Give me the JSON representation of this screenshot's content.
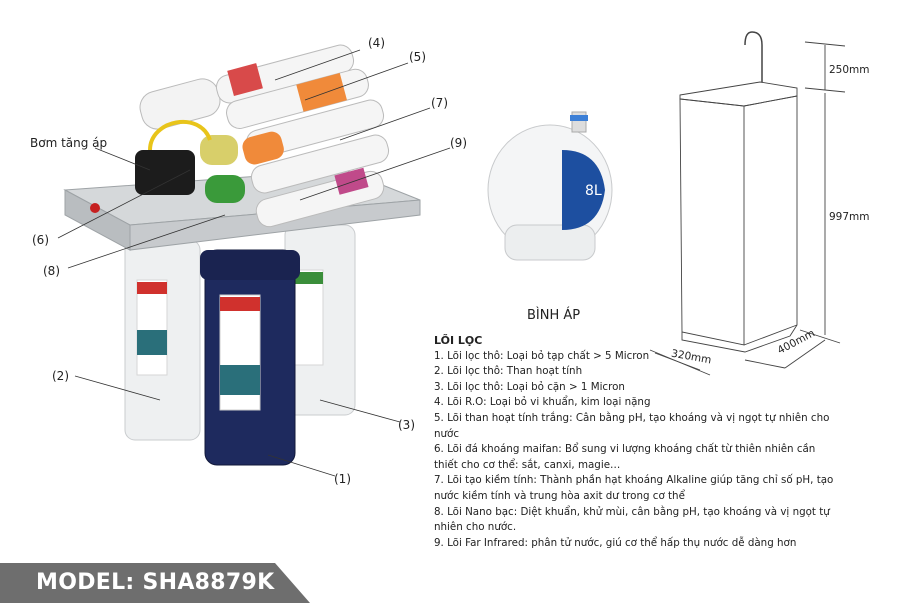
{
  "callouts": {
    "pump": "Bơm tăng áp",
    "c1": "(1)",
    "c2": "(2)",
    "c3": "(3)",
    "c4": "(4)",
    "c5": "(5)",
    "c6": "(6)",
    "c7": "(7)",
    "c8": "(8)",
    "c9": "(9)"
  },
  "tank_label": "BÌNH ÁP",
  "tank_print": "8L",
  "dimensions": {
    "faucet": "250mm",
    "height": "997mm",
    "width": "320mm",
    "depth": "400mm"
  },
  "filters": {
    "title": "LÕI LỌC",
    "items": [
      "1. Lõi lọc thô: Loại bỏ tạp chất > 5 Micron",
      "2. Lõi lọc thô: Than hoạt tính",
      "3. Lõi lọc thô: Loại bỏ cặn > 1 Micron",
      "4. Lõi R.O: Loại bỏ vi khuẩn, kim loại nặng",
      "5. Lõi than hoạt tính trắng: Cân bằng pH, tạo khoáng và vị ngọt tự nhiên cho nước",
      "6. Lõi đá khoáng maifan: Bổ sung vi lượng khoáng chất từ thiên nhiên cần thiết cho cơ thể: sắt, canxi, magie…",
      "7. Lõi tạo kiềm tính: Thành phần hạt khoáng Alkaline giúp tăng chỉ số pH, tạo nước kiềm tính và trung hòa axit dư trong cơ thể",
      "8. Lõi Nano bạc: Diệt khuẩn, khử mùi, cân bằng pH, tạo khoáng và vị ngọt tự nhiên cho nước.",
      "9. Lõi Far Infrared: phân tử nước, giú cơ thể hấp thụ nước dễ dàng hơn"
    ]
  },
  "model": "MODEL: SHA8879K",
  "colors": {
    "banner": "#6e6e6e",
    "housing_blue": "#1e2a5e",
    "accent_red": "#d0312d"
  }
}
